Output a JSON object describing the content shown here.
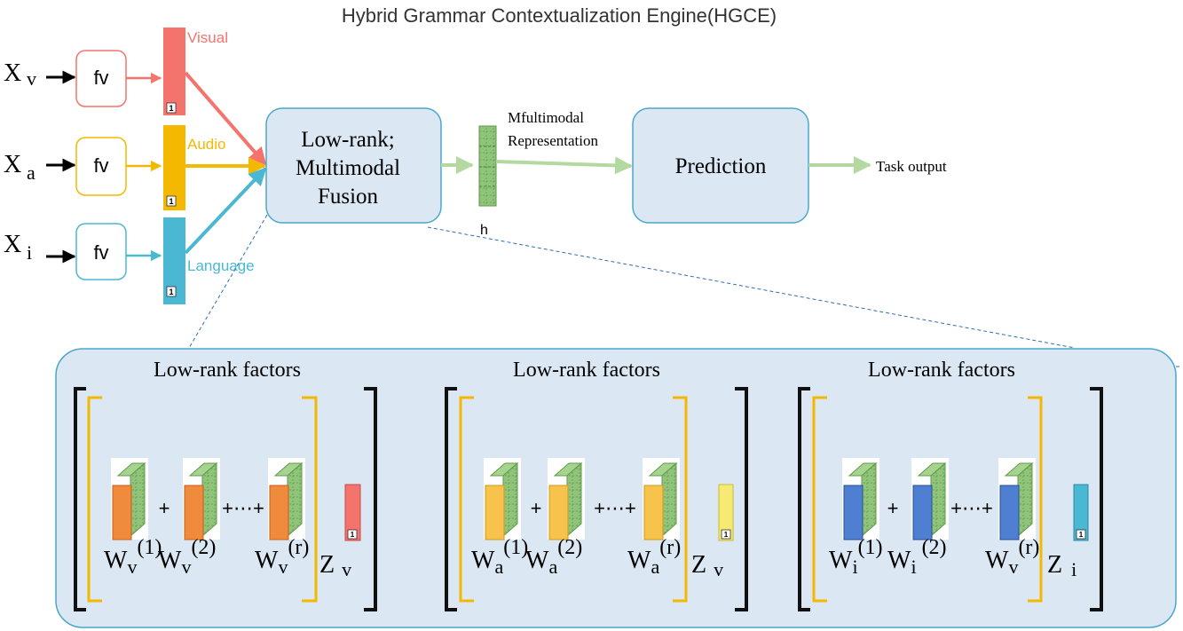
{
  "title": "Hybrid Grammar Contextualization Engine(HGCE)",
  "inputs": [
    {
      "var": "X",
      "sub": "v",
      "func": "fv",
      "label": "Visual",
      "color": "#f4736d"
    },
    {
      "var": "X",
      "sub": "a",
      "func": "fv",
      "label": "Audio",
      "color": "#f5b800"
    },
    {
      "var": "X",
      "sub": "i",
      "func": "fv",
      "label": "Language",
      "color": "#4ab8d2"
    }
  ],
  "vector_marker": "1",
  "fusion": {
    "line1": "Low-rank;",
    "line2": "Multimodal",
    "line3": "Fusion"
  },
  "representation": {
    "line1": "Mfultimodal",
    "line2": "Representation",
    "symbol": "h"
  },
  "prediction": "Prediction",
  "output": "Task output",
  "colors": {
    "panel_fill": "#dbe8f4",
    "panel_stroke": "#4aa7c9",
    "bracket_inner": "#f5b800",
    "bracket_outer": "#111111",
    "arrow_green": "#b4d9a0"
  },
  "groups": [
    {
      "header": "Low-rank factors",
      "face_color": "#f08a3c",
      "z_color": "#f4736d",
      "plus1": "+",
      "plus2": "+⋯+",
      "w1": {
        "base": "W",
        "sub": "v",
        "sup": "(1)"
      },
      "w2": {
        "base": "W",
        "sub": "v",
        "sup": "(2)"
      },
      "wr": {
        "base": "W",
        "sub": "v",
        "sup": "(r)"
      },
      "z": {
        "base": "Z",
        "sub": "v"
      }
    },
    {
      "header": "Low-rank factors",
      "face_color": "#f7c34c",
      "z_color": "#f7ea72",
      "plus1": "+",
      "plus2": "+⋯+",
      "w1": {
        "base": "W",
        "sub": "a",
        "sup": "(1)"
      },
      "w2": {
        "base": "W",
        "sub": "a",
        "sup": "(2)"
      },
      "wr": {
        "base": "W",
        "sub": "a",
        "sup": "(r)"
      },
      "z": {
        "base": "Z",
        "sub": "v"
      }
    },
    {
      "header": "Low-rank factors",
      "face_color": "#4f7fd0",
      "z_color": "#4ab8d2",
      "plus1": "+",
      "plus2": "+⋯+",
      "w1": {
        "base": "W",
        "sub": "i",
        "sup": "(1)"
      },
      "w2": {
        "base": "W",
        "sub": "i",
        "sup": "(2)"
      },
      "wr": {
        "base": "W",
        "sub": "v",
        "sup": "(r)"
      },
      "z": {
        "base": "Z",
        "sub": "i"
      }
    }
  ]
}
